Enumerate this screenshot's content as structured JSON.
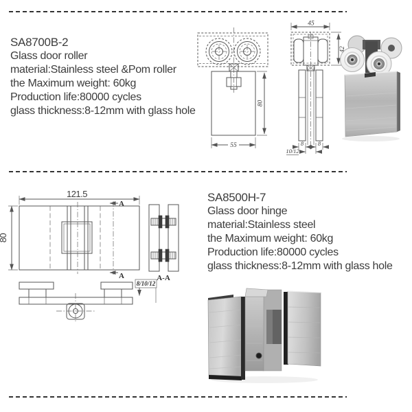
{
  "products": [
    {
      "code": "SA8700B-2",
      "name": "Glass door roller",
      "specs": [
        "material:Stainless steel &Pom roller",
        "the Maximum weight: 60kg",
        "Production life:80000 cycles",
        "glass thickness:8-12mm with glass hole"
      ],
      "drawing": {
        "front": {
          "height": "80",
          "width": "55"
        },
        "side": {
          "width": "45",
          "height": "42",
          "plate_left": "8",
          "plate_right": "8",
          "glass_thickness": "10/12"
        }
      },
      "photo": "stainless roller with white POM wheels"
    },
    {
      "code": "SA8500H-7",
      "name": "Glass door hinge",
      "specs": [
        "material:Stainless steel",
        "the Maximum weight: 60kg",
        "Production life:80000 cycles",
        "glass thickness:8-12mm with glass hole"
      ],
      "drawing": {
        "front": {
          "width": "121.5",
          "height": "80",
          "section_marker": "A"
        },
        "section_label": "A-A",
        "bottom": {
          "glass_thickness": "8/10/12"
        }
      },
      "photo": "stainless glass door hinge"
    }
  ]
}
